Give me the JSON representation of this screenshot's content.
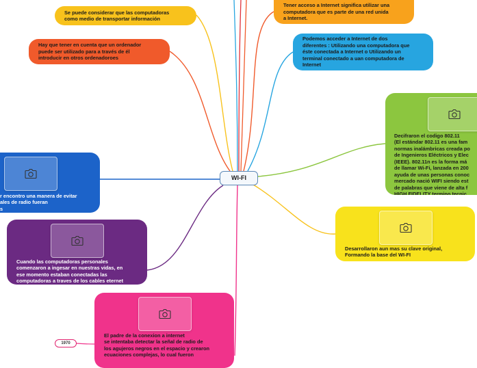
{
  "center": {
    "label": "WI-FI"
  },
  "nodes": {
    "transport": "Se puede considerar que las computadoras\ncomo medio de transportar información",
    "ordenador": "Hay que tener en cuenta que un ordenador\npuede ser utilizado para a través de él\nintroducir en otros ordenadoroes",
    "acceso": "Tener acceso a Internet significa utilizar una\ncomputadora que es parte de una red unida\na Internet.",
    "acceder": "Podemos acceder a Internet de dos\ndiferentes : Utilizando una computadora que\néste conectada a Internet o Utilizando un\nterminal conectado a uan computadora de\nInternet",
    "codigo": "Decifraron el codigo 802.11\n(El estándar 802.11 es una fam\nnormas inalámbricas creada po\nde Ingenieros Eléctricos y Elec\n(IEEE). 802.11n es la forma má\nde llamar Wi-Fi, lanzada en 200\nayuda de unas personas conoc\nmercado nació WIFI siendo est\nde palabras que viene de alta f\nHIGH FIDELITY termino tecnic",
    "clave": "Desarrollaron aun mas su clave original,\nFormando la base del WI-FI",
    "radio": "r encontro una manera de evitar\nales de radio fueran\ns",
    "personales": "Cuando las computadoras personales\ncomenzaron a ingesar en nuestras vidas, en\nese momento estaban conectadas las\ncomputadoras a traves de los cables eternet",
    "padre": "El padre de la conexion a internet\nse intentaba detectar la señal de radio de\nlos agujeros negros en el espacio y crearon\necuaciones complejas, lo cual fueron"
  },
  "tag": {
    "year": "1970"
  },
  "icons": {
    "photo": "camera-icon"
  },
  "colors": {
    "yellow": "#f8c21c",
    "orange": "#f05a2b",
    "sky": "#27a5e0",
    "green": "#8cc63f",
    "blue": "#1c63c9",
    "purple": "#6b2a82",
    "pink": "#f0338b",
    "center_border": "#5a86b5"
  }
}
